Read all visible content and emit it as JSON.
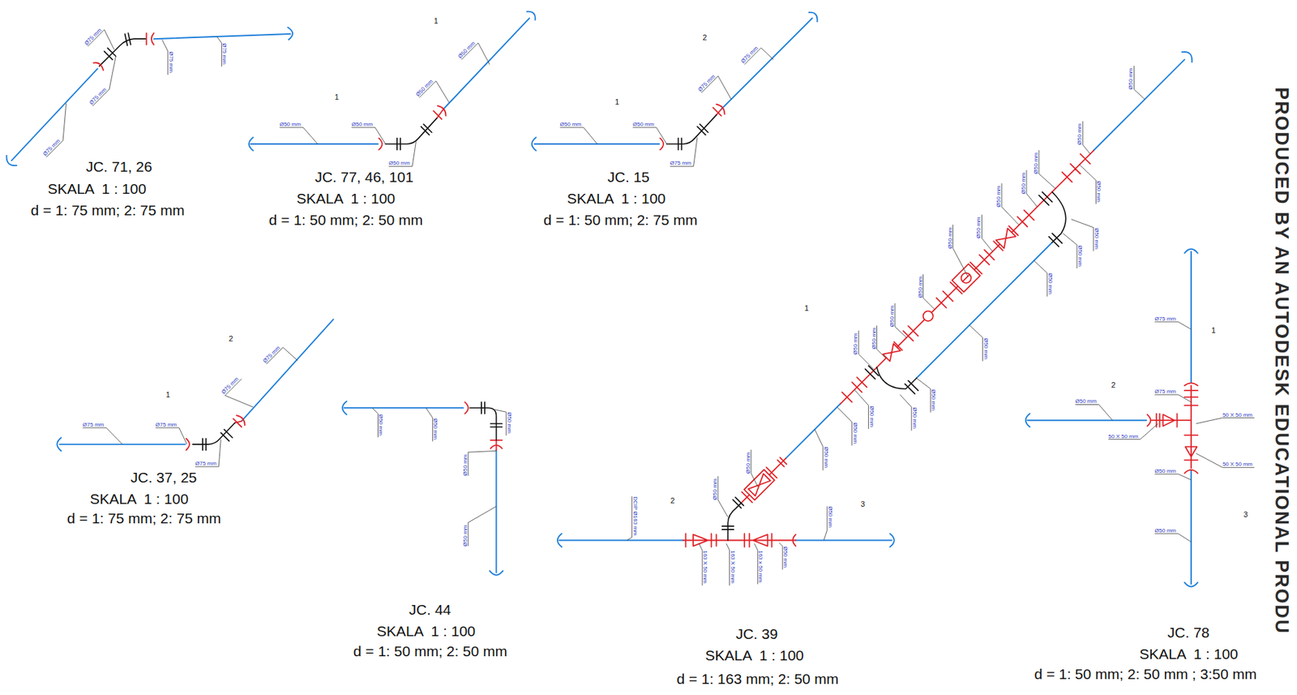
{
  "diagram": {
    "labels": [
      "Ø75 mm",
      "Ø75 mm",
      "Ø75 mm",
      "Ø75 mm",
      "Ø75 mm",
      "JC. 71, 26",
      "SKALA  1 : 100",
      "d = 1: 75 mm; 2: 75 mm",
      "1",
      "1",
      "Ø50 mm",
      "Ø50 mm",
      "Ø50 mm",
      "Ø50 mm",
      "Ø50 mm",
      "JC. 77, 46, 101",
      "SKALA  1 : 100",
      "d = 1: 50 mm; 2: 50 mm",
      "2",
      "1",
      "Ø75 mm",
      "Ø75 mm",
      "Ø50 mm",
      "Ø50 mm",
      "Ø75 mm",
      "JC. 15",
      "SKALA  1 : 100",
      "d = 1: 50 mm; 2: 75 mm",
      "2",
      "1",
      "Ø75 mm",
      "Ø75 mm",
      "Ø75 mm",
      "Ø75 mm",
      "Ø75 mm",
      "JC. 37, 25",
      "SKALA  1 : 100",
      "d = 1: 75 mm; 2: 75 mm",
      "Ø50 mm",
      "Ø50 mm",
      "Ø50 mm",
      "Ø50 mm",
      "Ø50 mm",
      "JC. 44",
      "SKALA  1 : 100",
      "d = 1: 50 mm; 2: 50 mm",
      "1",
      "2",
      "3",
      "DCIP Ø163 mm",
      "163 X 50 mm",
      "163 X 50 mm",
      "163 x 50 mm",
      "Ø50 mm",
      "Ø50 mm",
      "Ø50 mm",
      "Ø50 mm",
      "Ø50 mm",
      "Ø50 mm",
      "Ø50 mm",
      "Ø50 mm",
      "Ø50 mm",
      "Ø50 mm",
      "Ø50 mm",
      "Ø50 mm",
      "Ø50 mm",
      "Ø50 mm",
      "Ø50 mm",
      "Ø50 mm",
      "Ø50 mm",
      "Ø50 mm",
      "Ø50 mm",
      "Ø50 mm",
      "Ø50 mm",
      "Ø50 mm",
      "Ø50 mm",
      "Ø50 mm",
      "Ø50 mm",
      "JC. 39",
      "SKALA  1 : 100",
      "d = 1: 163 mm; 2: 50 mm",
      "1",
      "2",
      "3",
      "Ø75 mm",
      "Ø75 mm",
      "Ø50 mm",
      "50 X 50 mm",
      "50 X 50 mm",
      "50 X 50 mm",
      "Ø50 mm",
      "Ø50 mm",
      "JC. 78",
      "SKALA  1 : 100",
      "d = 1: 50 mm; 2: 50 mm ; 3:50 mm",
      "PRODUCED BY AN AUTODESK EDUCATIONAL PRODU"
    ]
  }
}
